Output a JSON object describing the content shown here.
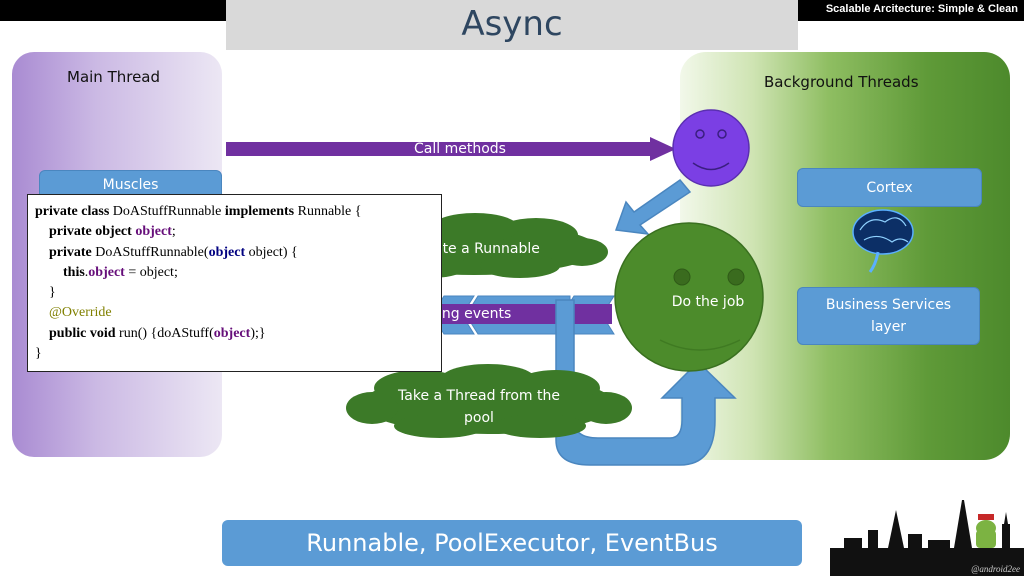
{
  "slide": {
    "title": "Async",
    "header_caption": "Scalable Arcitecture: Simple & Clean",
    "bottom_caption": "Runnable, PoolExecutor, EventBus",
    "credit": "@android2ee"
  },
  "diagram": {
    "main_thread_label": "Main Thread",
    "background_threads_label": "Background Threads",
    "muscles_label": "Muscles",
    "cortex_label": "Cortex",
    "business_services_label": "Business Services layer",
    "call_methods_label": "Call methods",
    "events_label": "ing events",
    "do_the_job_label": "Do the job",
    "create_runnable_label": "Create a Runnable",
    "take_thread_label": "Take a Thread from the pool"
  },
  "code": {
    "line1": [
      "private class",
      " DoAStuffRunnable ",
      "implements",
      " Runnable {"
    ],
    "line2": [
      "private object ",
      "object",
      ";"
    ],
    "line3": [
      "private",
      " DoAStuffRunnable(",
      "object",
      " object) {"
    ],
    "line4": [
      "this",
      ".",
      "object",
      " = object;"
    ],
    "line5": "}",
    "line6": "@Override",
    "line7": [
      "public void",
      " run() {doAStuff(",
      "object",
      ");}"
    ],
    "line8": "}"
  },
  "colors": {
    "title_bar": "#d9d9d9",
    "blue_box": "#5b9bd5",
    "purple_arrow": "#7030a0",
    "cloud_green": "#3c7a28",
    "smiley_purple": "#7b3fe4",
    "smiley_green": "#4c8b2b"
  }
}
